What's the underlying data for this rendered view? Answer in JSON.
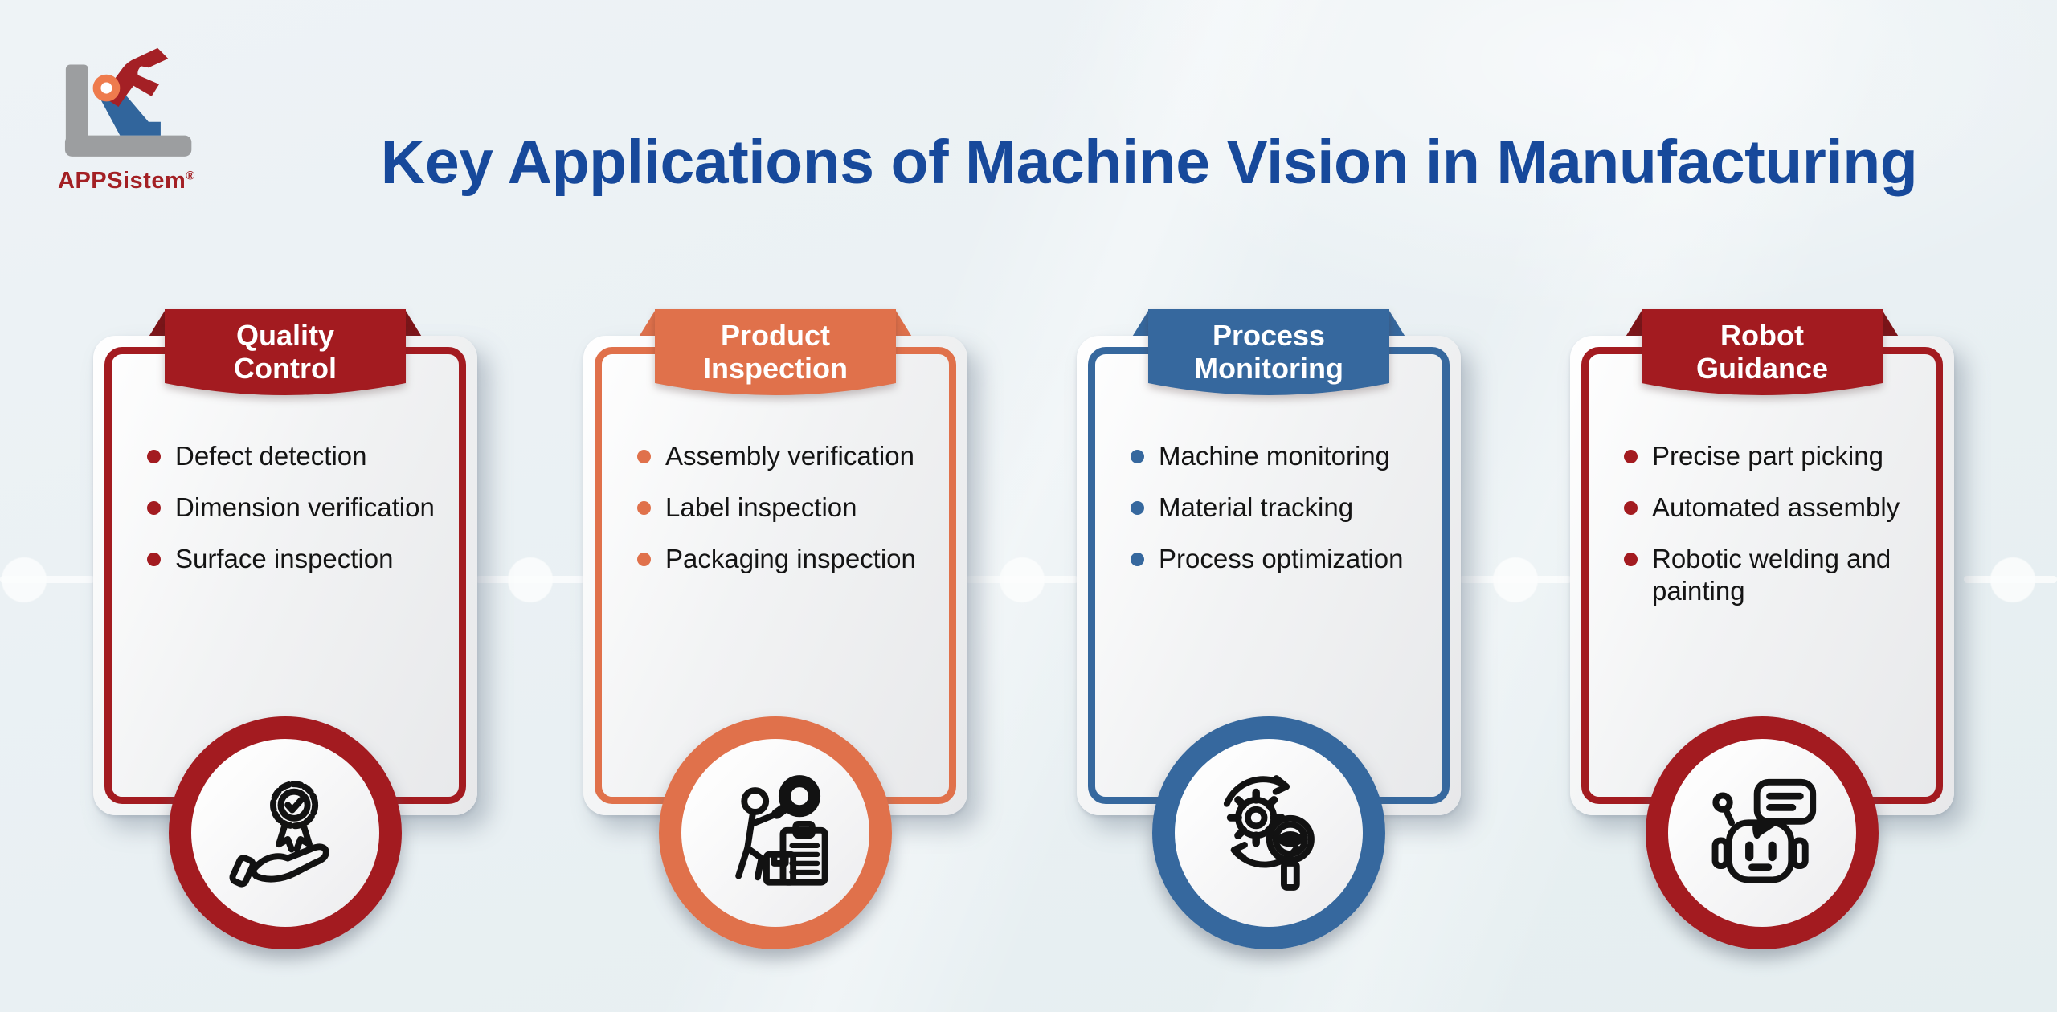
{
  "logo": {
    "brand": "APPSistem",
    "registered": "®",
    "brand_color": "#A32024",
    "icon": "robot-arm-logo-icon"
  },
  "header": {
    "title": "Key Applications of Machine Vision in Manufacturing",
    "title_color": "#17499B"
  },
  "cards": [
    {
      "id": "quality-control",
      "title_line1": "Quality",
      "title_line2": "Control",
      "color": "#A31B20",
      "fold_color": "#7D1418",
      "icon": "award-badge-in-hand-icon",
      "items": [
        "Defect detection",
        "Dimension verification",
        "Surface inspection"
      ]
    },
    {
      "id": "product-inspection",
      "title_line1": "Product",
      "title_line2": "Inspection",
      "color": "#E0714B",
      "fold_color": "#E0714B",
      "icon": "person-magnifier-checklist-icon",
      "items": [
        "Assembly verification",
        "Label inspection",
        "Packaging inspection"
      ]
    },
    {
      "id": "process-monitoring",
      "title_line1": "Process",
      "title_line2": "Monitoring",
      "color": "#36689E",
      "fold_color": "#36689E",
      "icon": "gear-sync-magnifier-eye-icon",
      "items": [
        "Machine monitoring",
        "Material tracking",
        "Process optimization"
      ]
    },
    {
      "id": "robot-guidance",
      "title_line1": "Robot",
      "title_line2": "Guidance",
      "color": "#A31B20",
      "fold_color": "#7D1418",
      "icon": "robot-chat-icon",
      "items": [
        "Precise part picking",
        "Automated assembly",
        "Robotic welding and painting"
      ]
    }
  ]
}
